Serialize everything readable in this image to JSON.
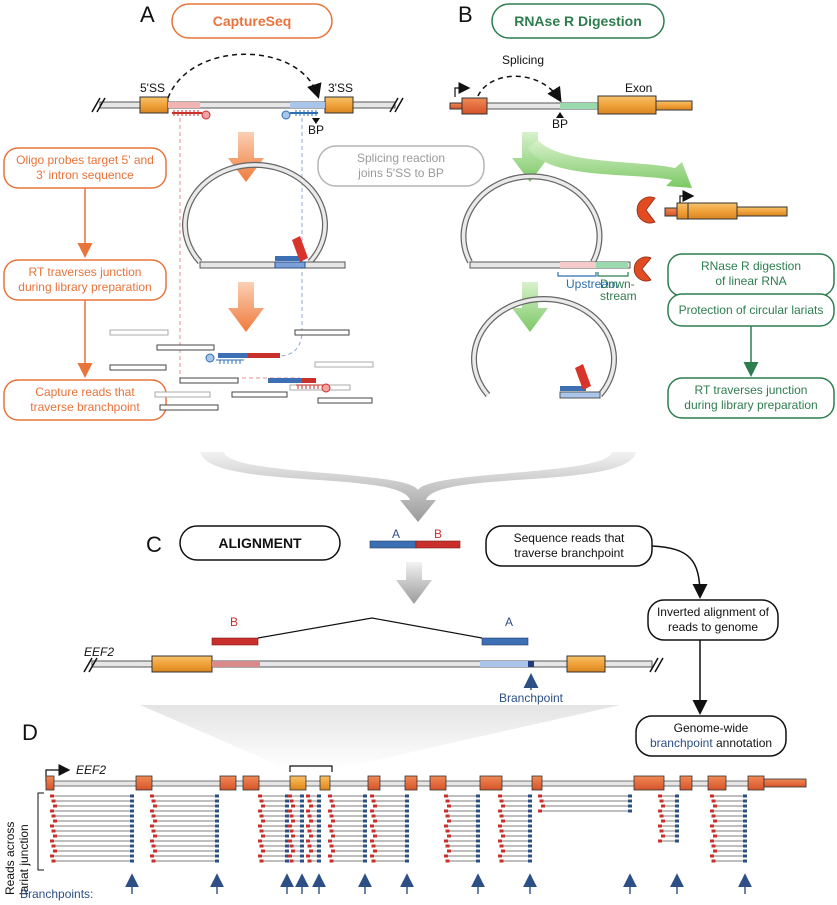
{
  "panels": {
    "a": "A",
    "b": "B",
    "c": "C",
    "d": "D"
  },
  "panel_a": {
    "title": "CaptureSeq",
    "ss5": "5'SS",
    "ss3": "3'SS",
    "bp": "BP",
    "box1": [
      "Oligo probes target 5' and",
      "3' intron sequence"
    ],
    "box2": [
      "RT traverses junction",
      "during library preparation"
    ],
    "box3": [
      "Capture reads that",
      "traverse branchpoint"
    ],
    "splicing_note": [
      "Splicing reaction",
      "joins 5'SS to BP"
    ]
  },
  "panel_b": {
    "title": "RNAse R Digestion",
    "splicing": "Splicing",
    "exon": "Exon",
    "bp": "BP",
    "upstream": "Upstream",
    "downstream": [
      "Down-",
      "stream"
    ],
    "box1": [
      "RNase R digestion",
      "of linear RNA"
    ],
    "box2": "Protection of circular lariats",
    "box3": [
      "RT traverses junction",
      "during library preparation"
    ]
  },
  "panel_c": {
    "title": "ALIGNMENT",
    "label_a": "A",
    "label_b": "B",
    "gene": "EEF2",
    "branchpoint": "Branchpoint",
    "box1": [
      "Sequence reads that",
      "traverse branchpoint"
    ],
    "box2": [
      "Inverted alignment of",
      "reads to genome"
    ],
    "box3_line1": "Genome-wide",
    "box3_word": "branchpoint",
    "box3_rest": " annotation"
  },
  "panel_d": {
    "gene": "EEF2",
    "ylabel": [
      "Reads across",
      "lariat junction"
    ],
    "branchpoints": "Branchpoints:"
  },
  "colors": {
    "orange": "#e8733b",
    "green": "#2e7d4f",
    "light_green": "#8fd07a",
    "blue": "#2c4f86",
    "exon": "#f0a23a",
    "red": "#c9302c"
  }
}
